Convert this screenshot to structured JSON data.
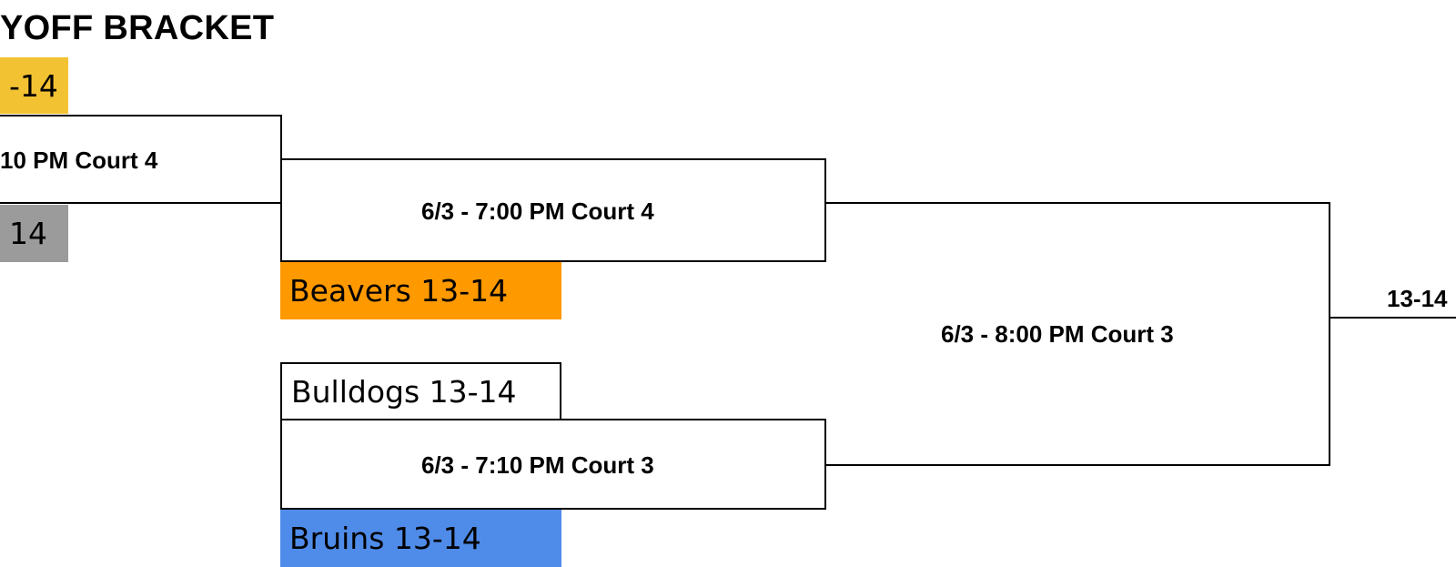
{
  "title": "YOFF BRACKET",
  "teams": {
    "top_seed_a": {
      "label": "-14",
      "color": "#F2C232"
    },
    "top_seed_b": {
      "label": "14",
      "color": "#9B9B9B"
    },
    "beavers": {
      "label": "Beavers 13-14",
      "color": "#FF9900"
    },
    "bulldogs": {
      "label": "Bulldogs 13-14",
      "color": "#FFFFFF"
    },
    "bruins": {
      "label": "Bruins 13-14",
      "color": "#4F8BE8"
    }
  },
  "games": {
    "round1_top": "10 PM Court 4",
    "semifinal_top": "6/3 - 7:00 PM Court 4",
    "semifinal_bottom": "6/3 - 7:10 PM Court 3",
    "final": "6/3 - 8:00 PM Court 3",
    "champion": "13-14"
  }
}
